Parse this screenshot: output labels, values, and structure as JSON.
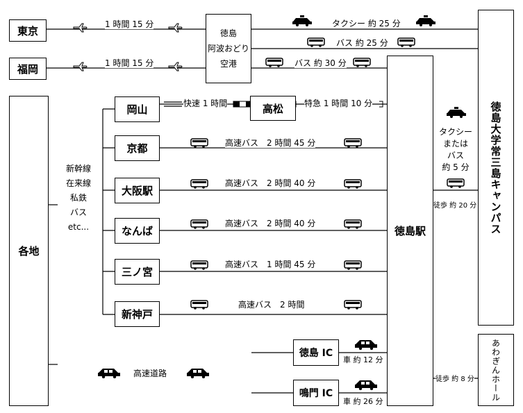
{
  "places": {
    "tokyo": "東京",
    "fukuoka": "福岡",
    "airport": [
      "徳島",
      "阿波おどり",
      "空港"
    ],
    "kakuchi": "各地",
    "okayama": "岡山",
    "takamatsu": "高松",
    "kyoto": "京都",
    "osaka": "大阪駅",
    "namba": "なんば",
    "sannomiya": "三ノ宮",
    "shinkobe": "新神戸",
    "tokushima_ic": "徳島 IC",
    "naruto_ic": "鳴門 IC",
    "tokushima_station": "徳島駅",
    "campus": "徳島大学常三島キャンパス",
    "hall": "あわぎんホール"
  },
  "routes": {
    "tokyo_flight": "1 時間 15 分",
    "fukuoka_flight": "1 時間 15 分",
    "taxi_airport": "タクシー 約 25 分",
    "bus_airport_campus": "バス 約 25 分",
    "bus_airport_station": "バス 約 30 分",
    "rapid": "快速 1 時間",
    "ltd_express": "特急 1 時間 10 分",
    "kyoto_bus": "高速バス　2 時間 45 分",
    "osaka_bus": "高速バス　2 時間 40 分",
    "namba_bus": "高速バス　2 時間 40 分",
    "sannomiya_bus": "高速バス　1 時間 45 分",
    "shinkobe_bus": "高速バス　2 時間",
    "expressway": "高速道路",
    "car_tokushima_ic": "車 約 12 分",
    "car_naruto_ic": "車 約 26 分",
    "walk_campus": "徒歩 約 20 分",
    "walk_hall": "徒歩 約 8 分"
  },
  "modes": [
    "新幹線",
    "在来線",
    "私鉄",
    "バス",
    "etc..."
  ],
  "station_campus": [
    "タクシー",
    "または",
    "バス",
    "約 5 分"
  ],
  "icons": [
    "plane-icon",
    "taxi-icon",
    "bus-icon",
    "car-icon"
  ]
}
